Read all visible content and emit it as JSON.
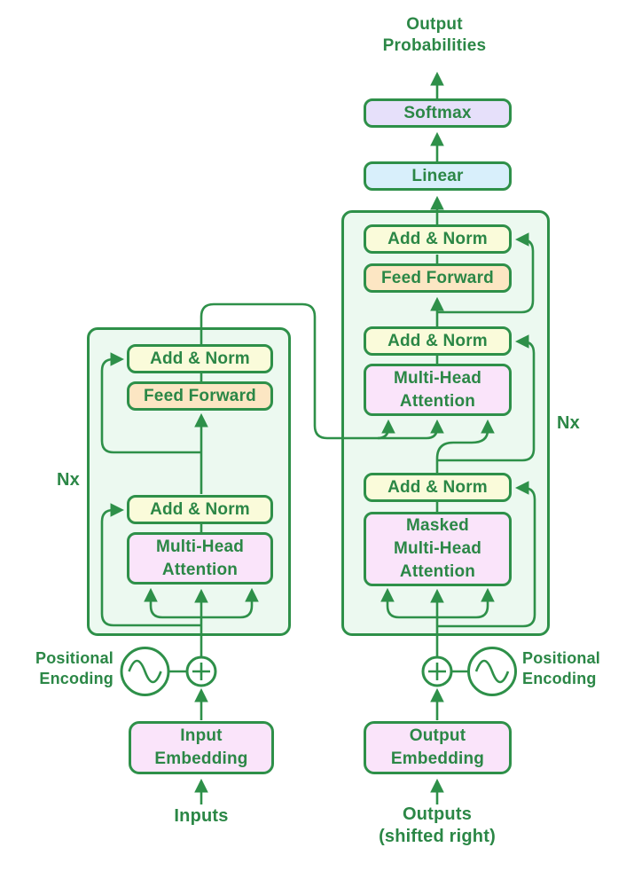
{
  "colors": {
    "line_green": "#2e9049",
    "text_green": "#2b8746",
    "block_fill": "#ecf9f0",
    "add_norm_fill": "#fafbda",
    "feed_forward_fill": "#fce6c3",
    "attention_fill": "#fae4fa",
    "embedding_fill": "#fae4fa",
    "softmax_fill": "#e6e0fa",
    "linear_fill": "#d8effb"
  },
  "top": {
    "output_probabilities": "Output\nProbabilities",
    "softmax": "Softmax",
    "linear": "Linear"
  },
  "decoder": {
    "add_norm": "Add & Norm",
    "feed_forward": "Feed Forward",
    "multi_head_attention": "Multi-Head\nAttention",
    "masked_multi_head_attention": "Masked\nMulti-Head\nAttention",
    "nx": "Nx",
    "positional_encoding": "Positional\nEncoding",
    "output_embedding": "Output\nEmbedding",
    "outputs": "Outputs\n(shifted right)"
  },
  "encoder": {
    "add_norm": "Add & Norm",
    "feed_forward": "Feed Forward",
    "multi_head_attention": "Multi-Head\nAttention",
    "nx": "Nx",
    "positional_encoding": "Positional\nEncoding",
    "input_embedding": "Input\nEmbedding",
    "inputs": "Inputs"
  }
}
